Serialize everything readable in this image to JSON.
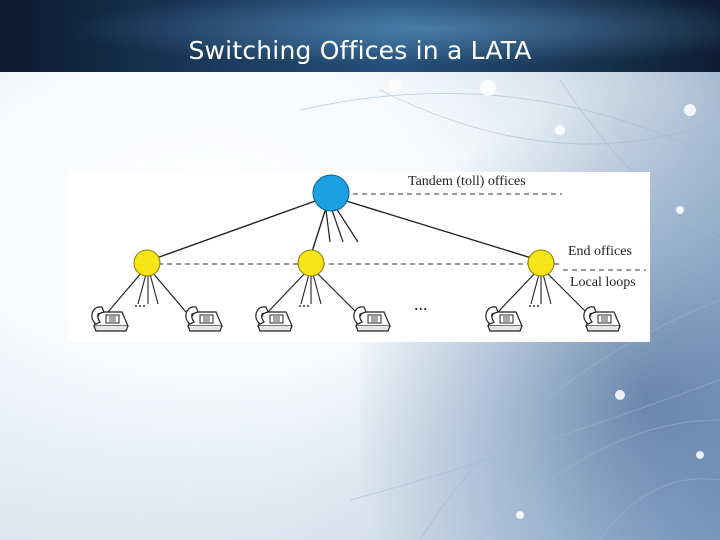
{
  "slide": {
    "title": "Switching Offices in a LATA"
  },
  "diagram": {
    "labels": {
      "tandem": "Tandem (toll) offices",
      "end": "End offices",
      "local": "Local loops"
    },
    "ellipsis": "...",
    "colors": {
      "tandem_node": "#1ba1e2",
      "end_node": "#f7e51a",
      "lines": "#222222"
    }
  }
}
